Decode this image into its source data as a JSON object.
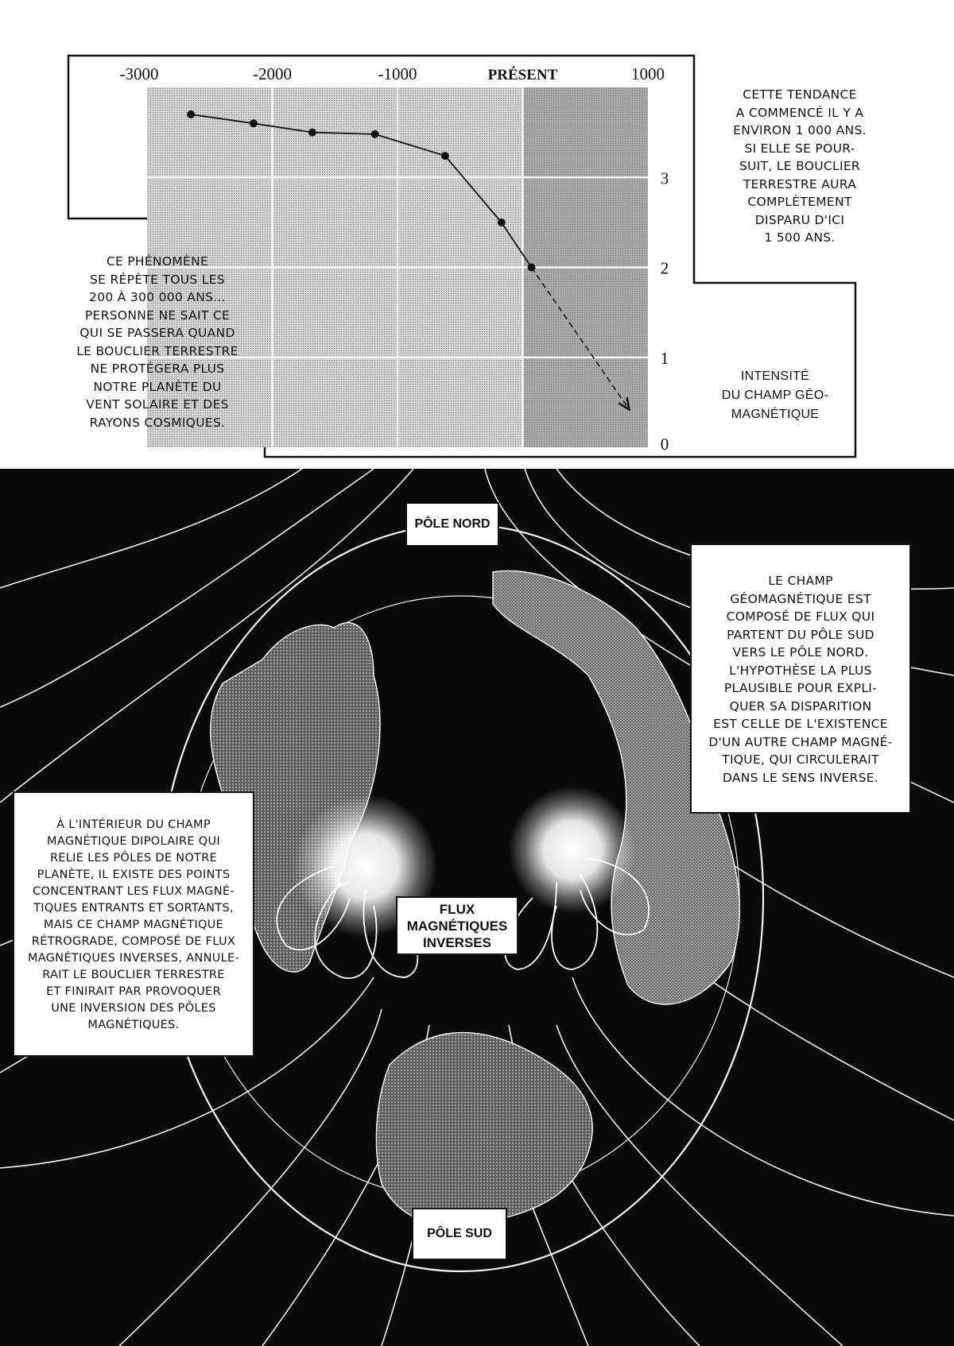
{
  "chart": {
    "x_tick_labels": [
      "-3000",
      "-2000",
      "-1000",
      "PRÉSENT",
      "1000"
    ],
    "y_tick_labels": [
      "0",
      "1",
      "2",
      "3"
    ],
    "axis_label_lines": [
      "INTENSITÉ",
      "DU CHAMP GÉO-",
      "MAGNÉTIQUE"
    ]
  },
  "chart_data": {
    "type": "line",
    "x_range": [
      -3000,
      1000
    ],
    "y_range": [
      0,
      4
    ],
    "grid": true,
    "x_tick_values": [
      -3000,
      -2000,
      -1000,
      0,
      1000
    ],
    "y_tick_values": [
      0,
      1,
      2,
      3
    ],
    "present_value": 0,
    "series": [
      {
        "style": "solid",
        "x": [
          -2650,
          -2150,
          -1680,
          -1180,
          -620,
          -170,
          70
        ],
        "y": [
          3.7,
          3.6,
          3.5,
          3.48,
          3.24,
          2.5,
          2.0
        ]
      },
      {
        "style": "dashed-projection",
        "x": [
          70,
          850
        ],
        "y": [
          2.0,
          0.42
        ]
      }
    ],
    "colors": {
      "plot_past": "#d2d2d2",
      "plot_future": "#a8a8a8",
      "grid": "#ffffff",
      "line": "#111111"
    }
  },
  "captions": {
    "trend": [
      "CETTE TENDANCE",
      "A COMMENCÉ IL Y A",
      "ENVIRON 1 000 ANS.",
      "SI ELLE SE POUR-",
      "SUIT, LE BOUCLIER",
      "TERRESTRE AURA",
      "COMPLÈTEMENT",
      "DISPARU D'ICI",
      "1 500 ANS."
    ],
    "phenomenon": [
      "CE PHÉNOMÈNE",
      "SE RÉPÈTE TOUS LES",
      "200 À 300 000 ANS...",
      "PERSONNE NE SAIT CE",
      "QUI SE PASSERA QUAND",
      "LE BOUCLIER TERRESTRE",
      "NE PROTÉGERA PLUS",
      "NOTRE PLANÈTE DU",
      "VENT SOLAIRE ET DES",
      "RAYONS COSMIQUES."
    ],
    "field": [
      "LE CHAMP",
      "GÉOMAGNÉTIQUE EST",
      "COMPOSÉ DE FLUX QUI",
      "PARTENT DU PÔLE SUD",
      "VERS LE PÔLE NORD.",
      "L'HYPOTHÈSE LA PLUS",
      "PLAUSIBLE POUR EXPLI-",
      "QUER SA DISPARITION",
      "EST CELLE DE L'EXISTENCE",
      "D'UN AUTRE CHAMP MAGNÉ-",
      "TIQUE, QUI CIRCULERAIT",
      "DANS LE SENS INVERSE."
    ],
    "inside": [
      "À L'INTÉRIEUR DU CHAMP",
      "MAGNÉTIQUE DIPOLAIRE QUI",
      "RELIE LES PÔLES DE NOTRE",
      "PLANÈTE, IL EXISTE DES POINTS",
      "CONCENTRANT LES FLUX MAGNÉ-",
      "TIQUES ENTRANTS ET SORTANTS,",
      "MAIS CE CHAMP MAGNÉTIQUE",
      "RÉTROGRADE, COMPOSÉ DE FLUX",
      "MAGNÉTIQUES INVERSES, ANNULE-",
      "RAIT LE BOUCLIER TERRESTRE",
      "ET FINIRAIT PAR PROVOQUER",
      "UNE INVERSION DES PÔLES",
      "MAGNÉTIQUES."
    ]
  },
  "labels": {
    "north": "PÔLE NORD",
    "south": "PÔLE SUD",
    "flux_lines": [
      "FLUX",
      "MAGNÉTIQUES",
      "INVERSES"
    ]
  }
}
